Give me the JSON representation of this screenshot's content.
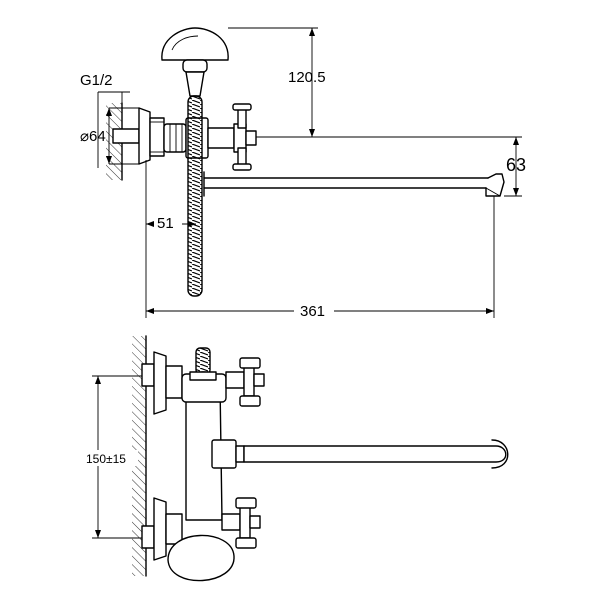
{
  "drawing": {
    "top_view": {
      "thread_label": "G1/2",
      "diameter_label": "⌀64",
      "height_label": "120.5",
      "offset_label": "51",
      "length_label": "361",
      "spout_height_label": "63"
    },
    "front_view": {
      "spacing_label": "150±15"
    }
  }
}
